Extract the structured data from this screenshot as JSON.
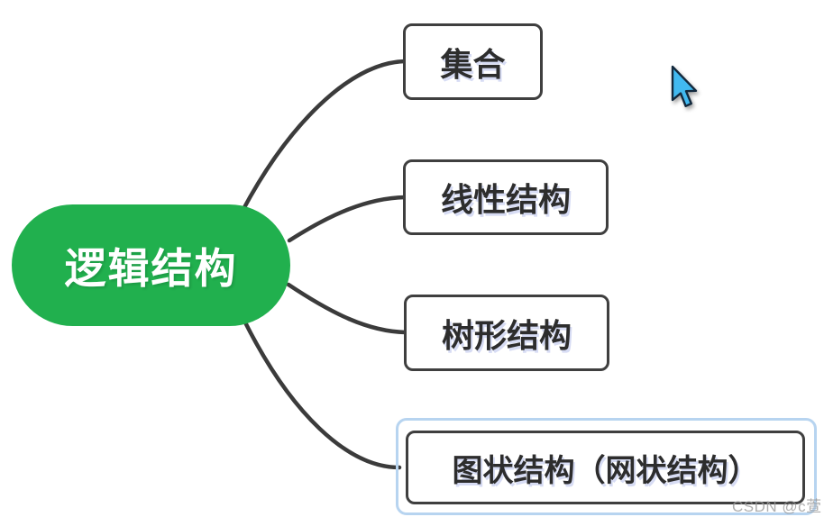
{
  "diagram": {
    "type": "mindmap",
    "root": {
      "label": "逻辑结构"
    },
    "children": [
      {
        "label": "集合",
        "selected": false
      },
      {
        "label": "线性结构",
        "selected": false
      },
      {
        "label": "树形结构",
        "selected": false
      },
      {
        "label": "图状结构（网状结构）",
        "selected": true
      }
    ]
  },
  "cursor": {
    "icon": "arrow-cursor"
  },
  "watermark": {
    "text": "CSDN @c萱"
  },
  "theme": {
    "root_bg": "#21b04e",
    "root_text": "#ffffff",
    "line": "#3b3b3b",
    "box_border": "#3f3f3f",
    "box_text": "#2d2d2d",
    "selection": "#b7d4f0",
    "cursor_fill": "#41b9f0",
    "watermark": "#9a9a9a"
  }
}
